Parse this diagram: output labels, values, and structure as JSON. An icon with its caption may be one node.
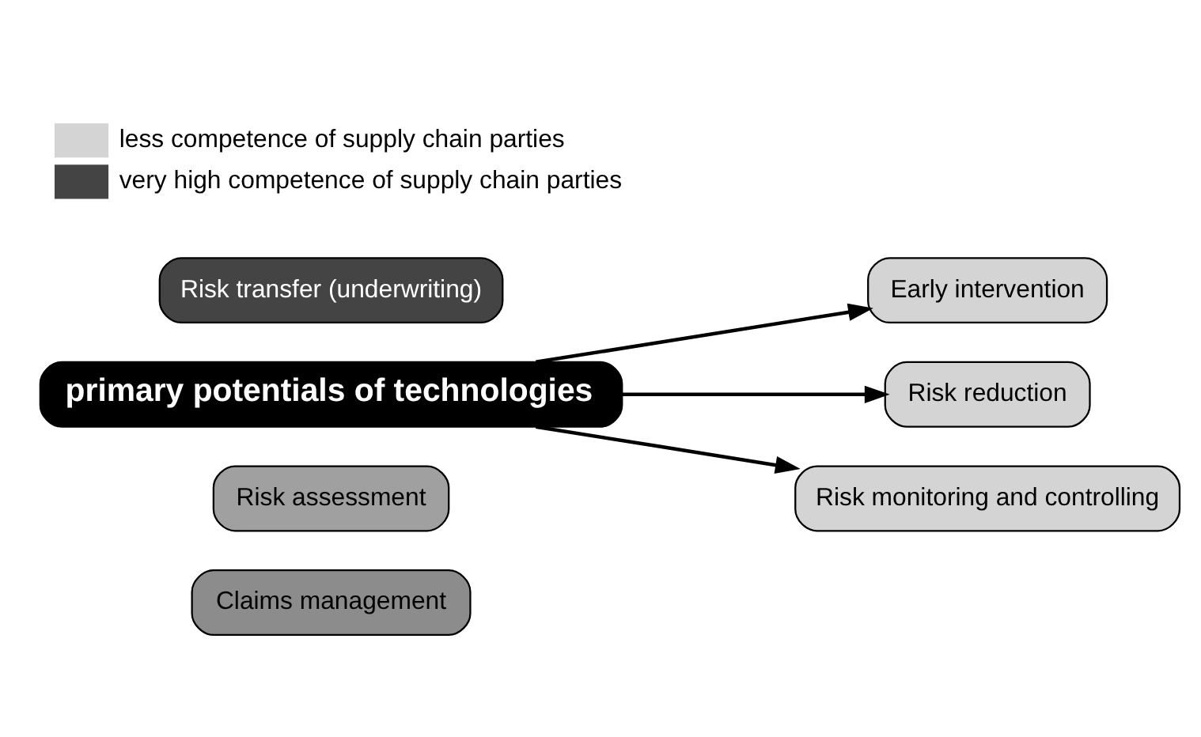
{
  "diagram": {
    "nodes": [
      {
        "text": [
          "Claims management"
        ]
      },
      {
        "text": [
          "Risk assessment"
        ]
      },
      {
        "text": [
          "primary potentials of technologies"
        ]
      },
      {
        "text": [
          "Early intervention"
        ]
      },
      {
        "text": [
          "Risk reduction"
        ]
      },
      {
        "text": [
          "Risk transfer (underwriting)"
        ]
      },
      {
        "text": [
          "Risk monitoring and controlling"
        ]
      }
    ],
    "edges": [
      {
        "from": 2,
        "to": 4,
        "arrow": "to"
      },
      {
        "from": 2,
        "to": 3,
        "arrow": "to"
      },
      {
        "from": 2,
        "to": 6,
        "arrow": "to"
      }
    ],
    "legend": [
      {
        "text": "less competence of supply chain parties",
        "color": "#d4d4d4"
      },
      {
        "text": "very high competence of supply chain parties",
        "color": "#444444"
      }
    ]
  }
}
